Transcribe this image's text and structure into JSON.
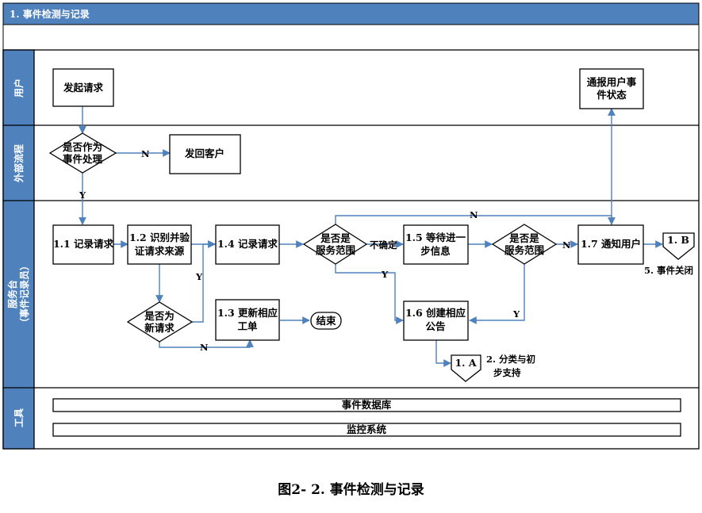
{
  "header": {
    "title": "1. 事件检测与记录",
    "color": "#4f81bd"
  },
  "lanes": [
    {
      "id": "user",
      "label": "用户"
    },
    {
      "id": "external",
      "label": "外部流程"
    },
    {
      "id": "servicedesk",
      "label1": "服务台",
      "label2": "（事件记录员）"
    },
    {
      "id": "tools",
      "label": "工具"
    }
  ],
  "nodes": {
    "start_request": "发起请求",
    "notify_status_l1": "通报用户事",
    "notify_status_l2": "件状态",
    "is_event_l1": "是否作为",
    "is_event_l2": "事件处理",
    "return_customer": "发回客户",
    "log_request_11": "1.1 记录请求",
    "identify_l1": "1.2 识别并验",
    "identify_l2": "证请求来源",
    "log_request_14": "1.4 记录请求",
    "in_scope_1_l1": "是否是",
    "in_scope_1_l2": "服务范围",
    "wait_info_l1": "1.5 等待进一",
    "wait_info_l2": "步信息",
    "in_scope_2_l1": "是否是",
    "in_scope_2_l2": "服务范围",
    "notify_user_17": "1.7 通知用户",
    "is_new_l1": "是否为",
    "is_new_l2": "新请求",
    "update_ticket_l1": "1.3 更新相应",
    "update_ticket_l2": "工单",
    "end": "结束",
    "create_notice_l1": "1.6 创建相应",
    "create_notice_l2": "公告",
    "conn_1b": "1. B",
    "conn_1a": "1. A",
    "event_close": "5. 事件关闭",
    "classify_l1": "2. 分类与初",
    "classify_l2": "步支持"
  },
  "edge_labels": {
    "n_return": "N",
    "y_external": "Y",
    "y_identify": "Y",
    "n_new": "N",
    "uncertain": "不确定",
    "y_scope1": "Y",
    "n_scope1_top": "N",
    "n_scope2": "N",
    "y_scope2": "Y"
  },
  "tools": {
    "incident_db": "事件数据库",
    "monitoring": "监控系统"
  },
  "caption": "图2- 2.  事件检测与记录",
  "colors": {
    "edge": "#4f81bd",
    "lane_header": "#4f81bd"
  }
}
